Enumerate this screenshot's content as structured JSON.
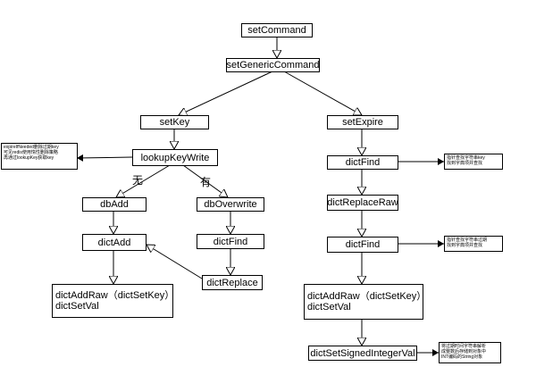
{
  "nodes": {
    "setCommand": "setCommand",
    "setGenericCommand": "setGenericCommand",
    "setKey": "setKey",
    "lookupKeyWrite": "lookupKeyWrite",
    "dbAdd": "dbAdd",
    "dbOverwrite": "dbOverwrite",
    "dictAdd": "dictAdd",
    "dictFind_left": "dictFind",
    "dictReplace": "dictReplace",
    "dictAddRaw_left": [
      "dictAddRaw（dictSetKey）",
      "dictSetVal"
    ],
    "setExpire": "setExpire",
    "dictFind_r1": "dictFind",
    "dictReplaceRaw": "dictReplaceRaw",
    "dictFind_r2": "dictFind",
    "dictAddRaw_right": [
      "dictAddRaw（dictSetKey）",
      "dictSetVal"
    ],
    "dictSetSignedIntegerVal": "dictSetSignedIntegerVal"
  },
  "edge_labels": {
    "no": "无",
    "yes": "有"
  },
  "notes": {
    "lookup": [
      "expireIfNeeded删除过期key",
      "可见redis使用惰性删除策略",
      "再通过lookupKey获取key"
    ],
    "find1": [
      "指针查找字符串key",
      "找到字典项并查找"
    ],
    "find2": [
      "指针查找字符串过期",
      "找到字典项并查找"
    ],
    "setint": [
      "将过期时间字符串解析",
      "成整数后存储到对象中",
      "INT编码的String对象"
    ]
  }
}
